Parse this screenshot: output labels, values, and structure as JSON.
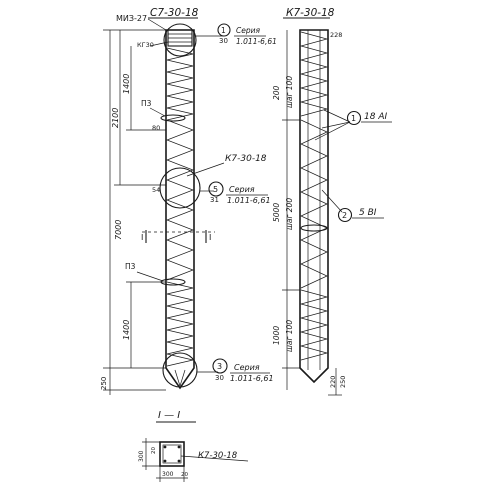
{
  "drawing": {
    "left_pile": {
      "title": "С7-30-18",
      "embedded_part": "МИЗ-27",
      "top_frame_label": "КГ30",
      "loop_label_upper": "П3",
      "loop_label_lower": "П3",
      "cage_label": "К7-30-18",
      "total_length": "7000",
      "dim_upper_outer": "2100",
      "dim_upper_inner": "1400",
      "dim_lower": "1400",
      "dim_bottom": "250",
      "tick_upper": "80",
      "tick_mid": "54",
      "section_mark": "I",
      "callout_top": {
        "num": "1",
        "den": "30",
        "text1": "Серия",
        "text2": "1.011-6,61"
      },
      "callout_mid": {
        "num": "5",
        "den": "31",
        "text1": "Серия",
        "text2": "1.011-6,61"
      },
      "callout_bottom": {
        "num": "3",
        "den": "30",
        "text1": "Серия",
        "text2": "1.011-6,61"
      }
    },
    "right_cage": {
      "title": "К7-30-18",
      "top_dim": "228",
      "seg1": "200",
      "seg1_pitch": "шаг 100",
      "seg2": "5000",
      "seg2_pitch": "шаг 200",
      "seg3": "1000",
      "seg3_pitch": "шаг 100",
      "bottom_dim": "220",
      "bottom_dim2": "250",
      "callout1": {
        "num": "1",
        "text": "18 АI"
      },
      "callout2": {
        "num": "2",
        "text": "5 ВI"
      }
    },
    "section": {
      "title": "I — I",
      "height_dim": "300",
      "inner_dim": "20",
      "width_dim": "300",
      "width_inner": "20",
      "cage_label": "К7-30-18"
    }
  }
}
